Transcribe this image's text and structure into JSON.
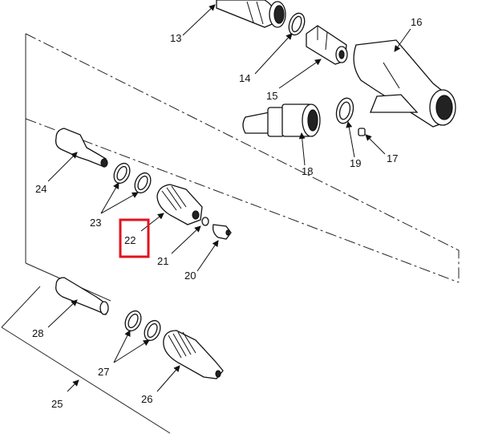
{
  "callouts": {
    "p13": "13",
    "p14": "14",
    "p15": "15",
    "p16": "16",
    "p17": "17",
    "p18": "18",
    "p19": "19",
    "p20": "20",
    "p21": "21",
    "p22": "22",
    "p23": "23",
    "p24": "24",
    "p25": "25",
    "p26": "26",
    "p27": "27",
    "p28": "28"
  },
  "highlight": {
    "callout": "22",
    "color": "#e0141e"
  }
}
